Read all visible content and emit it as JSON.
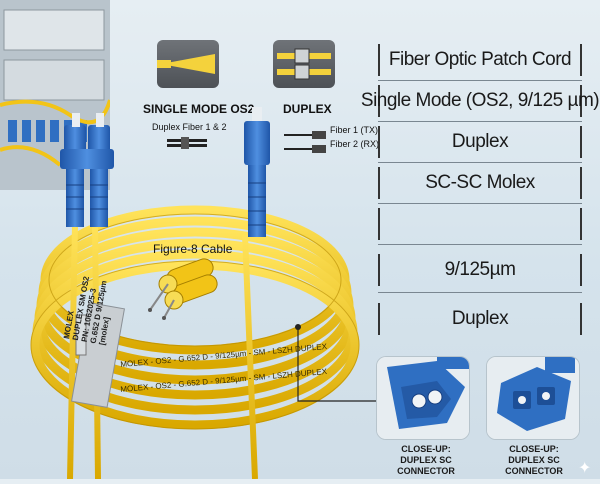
{
  "icons": {
    "single_mode": {
      "title": "SINGLE MODE OS2",
      "subtitle": "Duplex Fiber 1 & 2"
    },
    "duplex": {
      "title": "DUPLEX",
      "fiber1": "Fiber 1 (TX)",
      "fiber2": "Fiber 2 (RX)"
    }
  },
  "specs": [
    {
      "text": "Fiber Optic Patch Cord"
    },
    {
      "text": "Single Mode (OS2, 9/125 µm)"
    },
    {
      "text": "Duplex"
    },
    {
      "text": "SC-SC Molex"
    },
    {
      "text": ""
    },
    {
      "text": "9/125µm"
    },
    {
      "text": "Duplex"
    }
  ],
  "figure8": {
    "label": "Figure-8 Cable"
  },
  "cable_print": {
    "line1": "MOLEX - OS2 - G.652 D - 9/125µm - SM - LSZH DUPLEX",
    "line2": "MOLEX - OS2 - G.652 D - 9/125µm - SM - LSZH DUPLEX"
  },
  "tag": {
    "lines": [
      "MOLEX",
      "DUPLEX SM OS2",
      "PN: 1062025-3",
      "G.652 D 9/125µm",
      "[molex]"
    ]
  },
  "closeups": [
    {
      "caption_line1": "CLOSE-UP:",
      "caption_line2": "DUPLEX SC CONNECTOR"
    },
    {
      "caption_line1": "CLOSE-UP:",
      "caption_line2": "DUPLEX SC CONNECTOR"
    }
  ],
  "colors": {
    "cable": "#f2c417",
    "connector": "#2f6fc2",
    "background": "#dbe6ee"
  }
}
